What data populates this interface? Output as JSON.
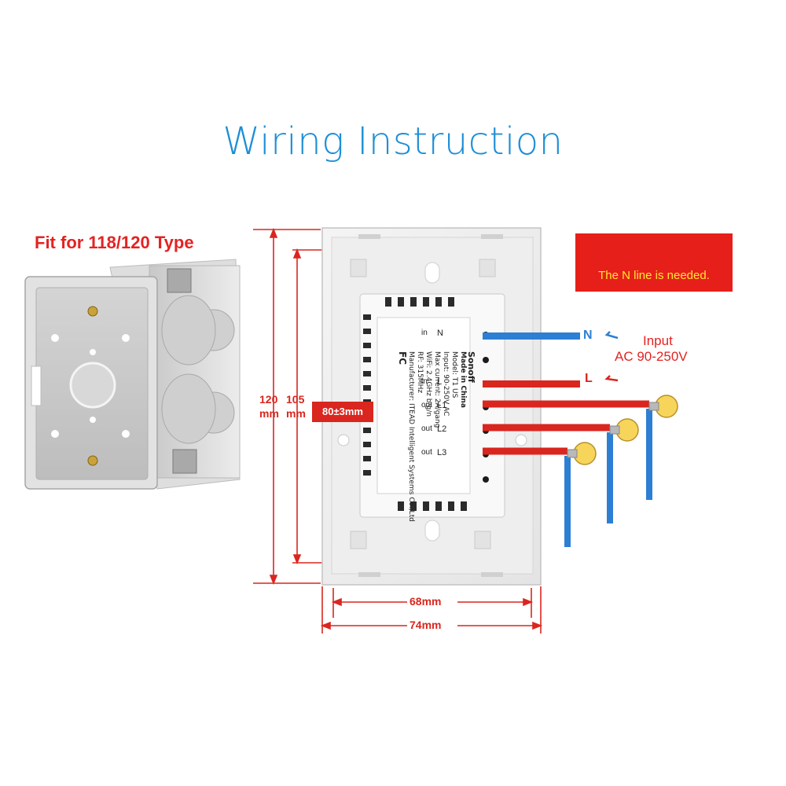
{
  "title": "Wiring Instruction",
  "fit_label": "Fit for 118/120 Type",
  "warning": {
    "text": "The N line is needed.",
    "icon": "warning-triangle-icon",
    "bg_color": "#e61f1a",
    "text_color": "#ffe92e"
  },
  "dimensions": {
    "outer_height": "120",
    "inner_height": "105",
    "unit_mm": "mm",
    "center": "80±3mm",
    "inner_width": "68mm",
    "outer_width": "74mm"
  },
  "wires": {
    "n_label": "N",
    "l_label": "L",
    "input_label": "Input",
    "input_range": "AC 90-250V"
  },
  "module": {
    "brand": "Sonoff",
    "made_in": "Made in China",
    "model": "Model: T1 US",
    "specs": [
      "Input: 90-250V AC",
      "Max current: 2A/gang",
      "WiFi: 2.4GHz b/g/n",
      "RF: 315MHz",
      "Manufacturer: ITEAD Intelligent Systems Co.,Ltd"
    ],
    "terminals": [
      "N",
      "L",
      "L1",
      "L2",
      "L3"
    ],
    "terminal_roles": [
      "in",
      "in",
      "out",
      "out",
      "out"
    ],
    "fc": "FC"
  },
  "colors": {
    "red": "#d9261f",
    "blue": "#2d7fd3",
    "title": "#1e8fd6"
  }
}
